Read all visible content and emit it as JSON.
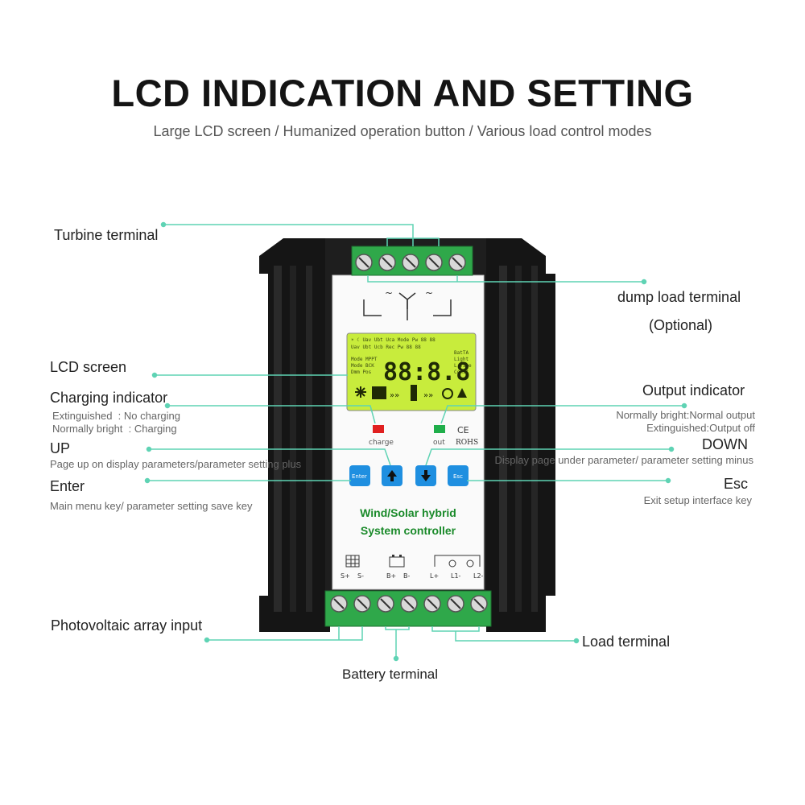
{
  "header": {
    "title": "LCD INDICATION AND SETTING",
    "subtitle": "Large LCD screen / Humanized operation button / Various load control modes"
  },
  "callouts": {
    "turbine_terminal": "Turbine terminal",
    "dump_load_terminal": "dump load terminal",
    "dump_load_optional": "(Optional)",
    "lcd_screen": "LCD screen",
    "charging_indicator": "Charging indicator",
    "charging_desc_1": "Extinguished  : No charging",
    "charging_desc_2": "Normally bright  : Charging",
    "output_indicator": "Output indicator",
    "output_desc_1": "Normally bright:Normal output",
    "output_desc_2": "Extinguished:Output off",
    "up": "UP",
    "up_desc": "Page up on display parameters/parameter setting plus",
    "down": "DOWN",
    "down_desc": "Display page under parameter/ parameter setting minus",
    "enter": "Enter",
    "enter_desc": "Main menu key/ parameter setting save key",
    "esc": "Esc",
    "esc_desc": "Exit setup interface key",
    "pv_input": "Photovoltaic array input",
    "battery_terminal": "Battery terminal",
    "load_terminal": "Load terminal"
  },
  "device": {
    "product_line_1": "Wind/Solar hybrid",
    "product_line_2": "System controller",
    "lcd_digits": "88:8.8",
    "led_charge_label": "charge",
    "led_out_label": "out",
    "cert_ce": "CE",
    "cert_rohs": "ROHS",
    "btn_enter": "Enter",
    "btn_esc": "Esc",
    "terminal_labels": [
      "S+",
      "S-",
      "B+",
      "B-",
      "L+",
      "L1-",
      "L2-"
    ]
  },
  "colors": {
    "callout_line": "#5fd3b4",
    "heatsink": "#151515",
    "lcd": "#c8ec3c",
    "terminal_green": "#2fa84a",
    "button_blue": "#1f8fe0",
    "product_text": "#1a8a2a",
    "led_red": "#e02020",
    "led_green": "#1fae4a"
  }
}
